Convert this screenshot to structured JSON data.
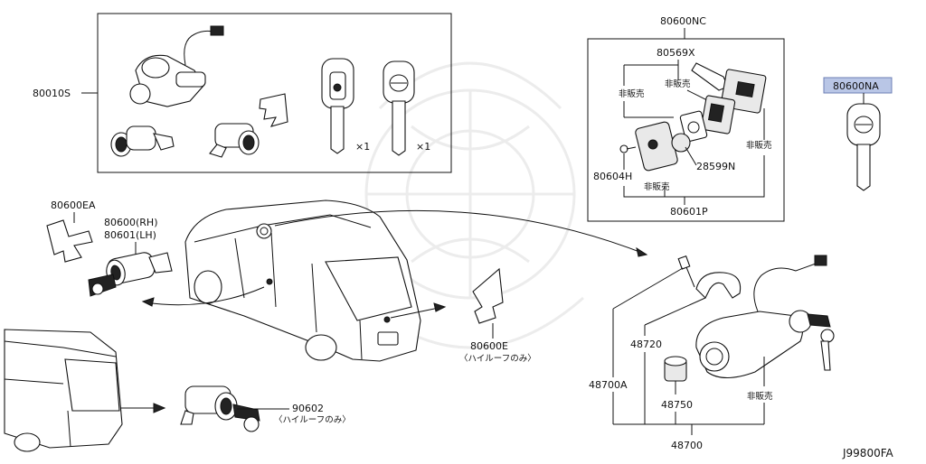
{
  "diagram_code": "J99800FA",
  "labels": {
    "p80010s": "80010S",
    "p80600nc": "80600NC",
    "p80569x": "80569X",
    "p80600na": "80600NA",
    "p28599n": "28599N",
    "p80604h": "80604H",
    "p80601p": "80601P",
    "p80600ea": "80600EA",
    "p80600rh": "80600(RH)",
    "p80601lh": "80601(LH)",
    "p80600e": "80600E",
    "p48720": "48720",
    "p48700a": "48700A",
    "p48750": "48750",
    "p48700": "48700",
    "p90602": "90602",
    "not_for_sale": "非販売",
    "high_roof_only": "〈ハイルーフのみ〉",
    "qty_x1": "×1"
  },
  "colors": {
    "line": "#111111",
    "highlight_fill": "#b9c6e6",
    "highlight_stroke": "#6d7fb5",
    "watermark": "#ececec"
  }
}
